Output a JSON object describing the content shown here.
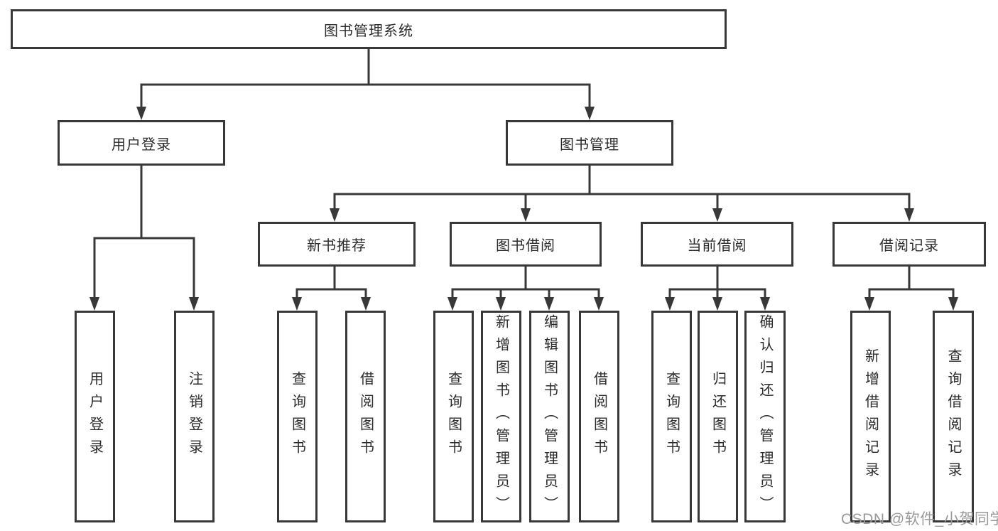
{
  "diagram": {
    "title": "图书管理系统",
    "root": {
      "label": "图书管理系统"
    },
    "level2": {
      "user_login": {
        "label": "用户登录"
      },
      "book_mgmt": {
        "label": "图书管理"
      }
    },
    "level3": {
      "new_books": {
        "label": "新书推荐"
      },
      "book_borrow": {
        "label": "图书借阅"
      },
      "current_borrow": {
        "label": "当前借阅"
      },
      "borrow_records": {
        "label": "借阅记录"
      }
    },
    "leaves": {
      "user_login": "用户登录",
      "logout": "注销登录",
      "nb_query": "查询图书",
      "nb_borrow": "借阅图书",
      "bb_query": "查询图书",
      "bb_add": "新增图书（管理员）",
      "bb_edit": "编辑图书（管理员）",
      "bb_borrow": "借阅图书",
      "cb_query": "查询图书",
      "cb_return": "归还图书",
      "cb_confirm": "确认归还（管理员）",
      "br_add": "新增借阅记录",
      "br_query": "查询借阅记录"
    },
    "colors": {
      "line": "#383838",
      "text": "#2b2b2b",
      "watermark": "#9a9a9a",
      "background": "#ffffff"
    }
  },
  "watermark": "CSDN @软件_小贺同学"
}
